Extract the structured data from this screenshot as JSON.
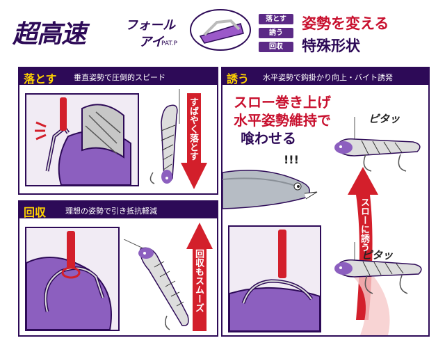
{
  "header": {
    "brand_main": "超高速",
    "brand_sub1": "フォール",
    "brand_sub2": "アイ",
    "patent": "PAT.P",
    "tags": [
      "落とす",
      "誘う",
      "回収"
    ],
    "headline_red": "姿勢を変える",
    "headline_purple": "特殊形状"
  },
  "panels": {
    "drop": {
      "title": "落とす",
      "desc": "垂直姿勢で圧倒的スピード",
      "arrow_text": "すばやく落とす"
    },
    "lure": {
      "title": "誘う",
      "desc": "水平姿勢で鈎掛かり向上・バイト誘発",
      "big_line1": "スロー巻き上げ",
      "big_line2": "水平姿勢維持で",
      "big_line3": "喰わせる",
      "exclaim": "!!!",
      "pita": "ピタッ",
      "arrow_text": "スローに誘う"
    },
    "retrieve": {
      "title": "回収",
      "desc": "理想の姿勢で引き抵抗軽減",
      "arrow_text": "回収もスムーズ"
    }
  },
  "colors": {
    "purple": "#2d0a57",
    "red": "#c8102e",
    "yellow": "#ffd200",
    "violet": "#5b2a86"
  }
}
